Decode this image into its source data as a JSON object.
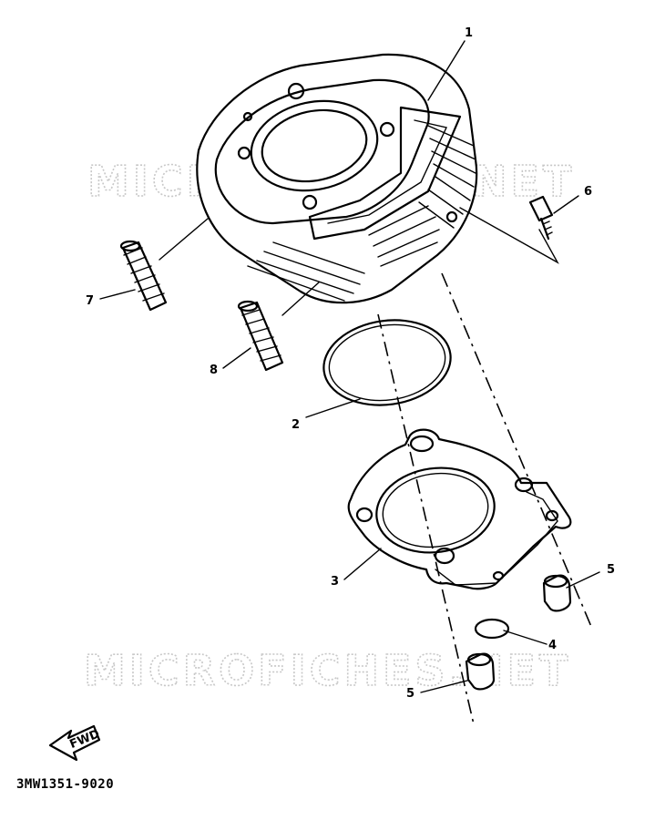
{
  "diagram": {
    "watermarks": [
      "MICROFICHES.NET",
      "MICROFICHES.NET"
    ],
    "callouts": [
      "1",
      "2",
      "3",
      "4",
      "5",
      "5",
      "6",
      "7",
      "8"
    ],
    "part_number": "3MW1351-9020",
    "fwd_label": "FWD"
  }
}
